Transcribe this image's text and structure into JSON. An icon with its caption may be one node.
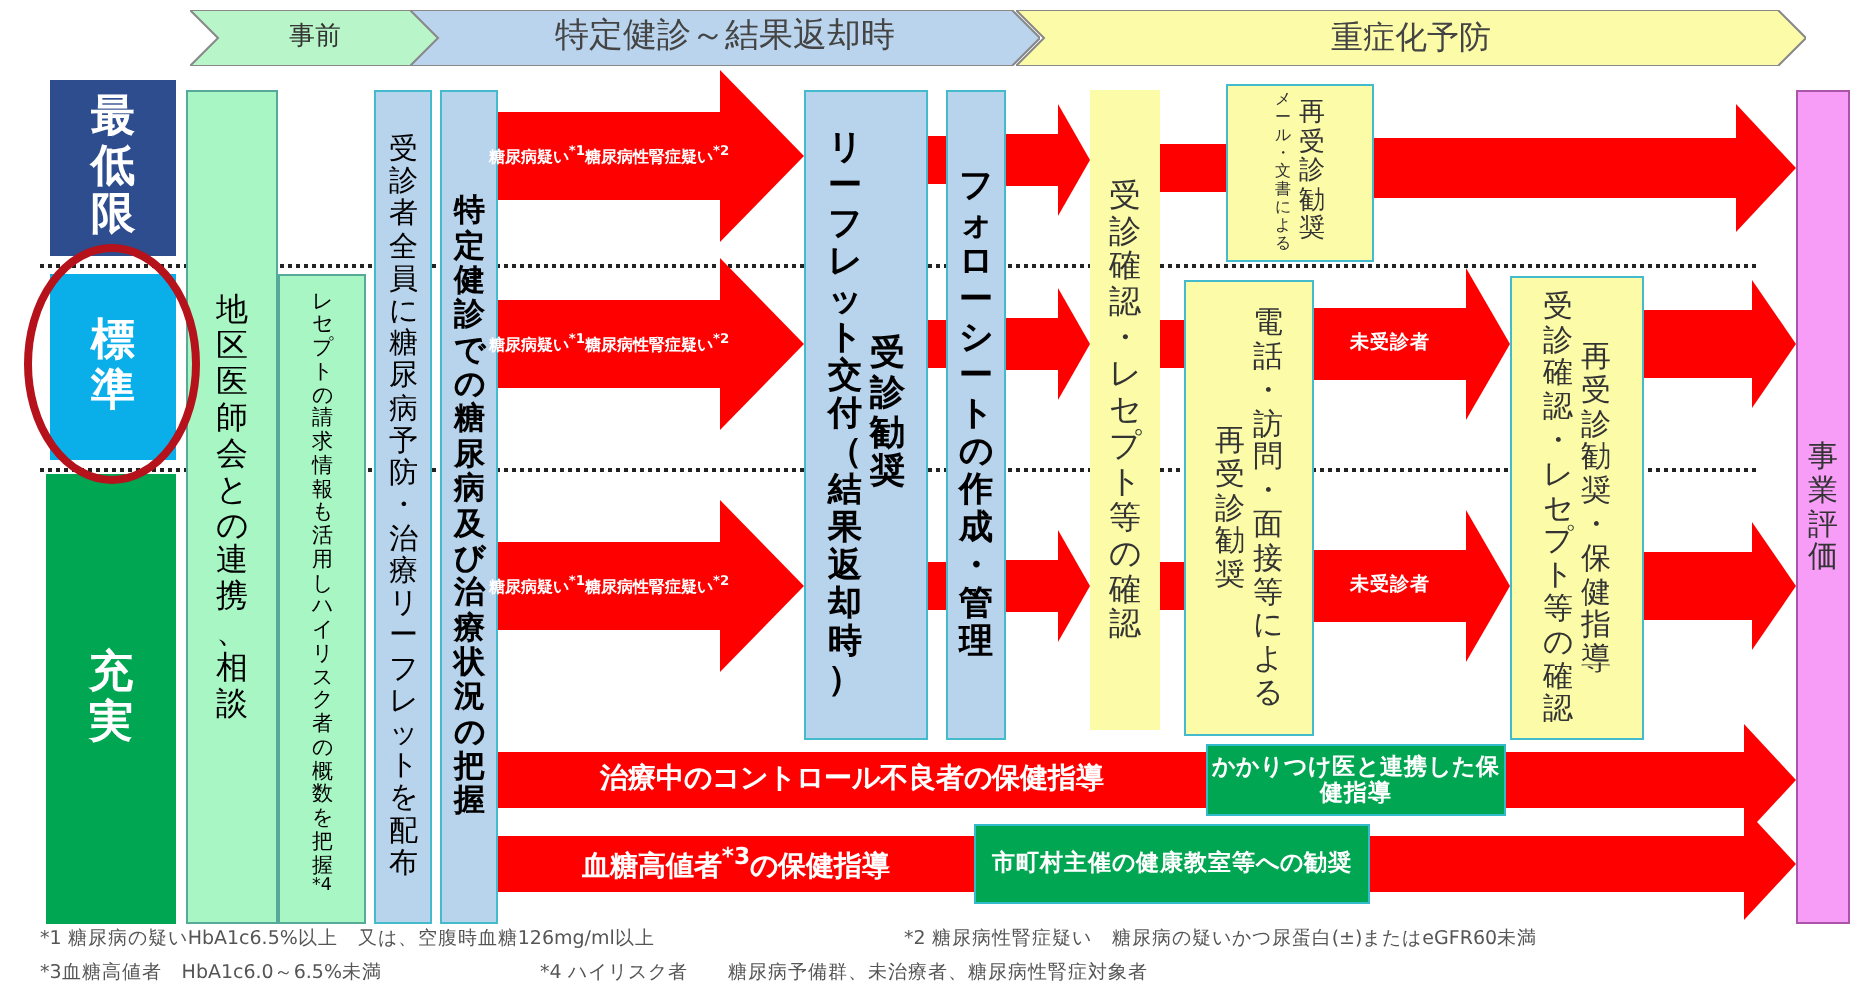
{
  "diagram": {
    "nodes": [
      {
        "text": [
          "事前"
        ]
      },
      {
        "text": [
          "特定健診～結果返却時"
        ]
      },
      {
        "text": [
          "重症化予防"
        ]
      },
      {
        "text": [
          "最低限"
        ]
      },
      {
        "text": [
          "標準"
        ]
      },
      {
        "text": [
          "充実"
        ]
      },
      {
        "text": [
          "地区医師会との連携、相談"
        ]
      },
      {
        "text": [
          "レセプトの請求情報も活用しハイリスク者の概数を把握$^{*4}$"
        ]
      },
      {
        "text": [
          "受診者全員に糖尿病予防・治療リーフレットを配布"
        ]
      },
      {
        "text": [
          "特定健診での糖尿病及び治療状況の把握"
        ]
      },
      {
        "text": [
          "リーフレット交付（結果返却時）",
          "受診勧奨"
        ]
      },
      {
        "text": [
          "フォローシートの作成・管理"
        ]
      },
      {
        "text": [
          "受診確認・レセプト等の確認"
        ]
      },
      {
        "text": [
          "メール・文書による",
          "再受診勧奨"
        ]
      },
      {
        "text": [
          "再受診勧奨",
          "電話・訪問・面接等による"
        ]
      },
      {
        "text": [
          "受診確認・レセプト等の確認",
          "再受診勧奨・保健指導"
        ]
      },
      {
        "text": [
          "かかりつけ医と連携した保健指導"
        ]
      },
      {
        "text": [
          "市町村主催の健康教室等への勧奨"
        ]
      },
      {
        "text": [
          "事業評価"
        ]
      }
    ],
    "edges": [
      {
        "from": 9,
        "to": 10,
        "arrow": "to",
        "label": "糖尿病疑い$^{*1}$糖尿病性腎症疑い$^{*2}$"
      },
      {
        "from": 10,
        "to": 11,
        "arrow": "none"
      },
      {
        "from": 11,
        "to": 12,
        "arrow": "to"
      },
      {
        "from": 12,
        "to": 13,
        "arrow": "none"
      },
      {
        "from": 13,
        "to": 18,
        "arrow": "to"
      },
      {
        "from": 9,
        "to": 10,
        "arrow": "to",
        "label": "糖尿病疑い$^{*1}$糖尿病性腎症疑い$^{*2}$"
      },
      {
        "from": 10,
        "to": 11,
        "arrow": "none"
      },
      {
        "from": 11,
        "to": 12,
        "arrow": "to"
      },
      {
        "from": 12,
        "to": 14,
        "arrow": "none"
      },
      {
        "from": 14,
        "to": 15,
        "arrow": "to",
        "label": "未受診者"
      },
      {
        "from": 15,
        "to": 18,
        "arrow": "to"
      },
      {
        "from": 9,
        "to": 10,
        "arrow": "to",
        "label": "糖尿病疑い$^{*1}$糖尿病性腎症疑い$^{*2}$"
      },
      {
        "from": 10,
        "to": 11,
        "arrow": "none"
      },
      {
        "from": 11,
        "to": 12,
        "arrow": "to"
      },
      {
        "from": 12,
        "to": 14,
        "arrow": "none"
      },
      {
        "from": 14,
        "to": 15,
        "arrow": "to",
        "label": "未受診者"
      },
      {
        "from": 15,
        "to": 18,
        "arrow": "to"
      },
      {
        "from": 9,
        "to": 16,
        "arrow": "none",
        "label": "治療中のコントロール不良者の保健指導"
      },
      {
        "from": 16,
        "to": 18,
        "arrow": "to"
      },
      {
        "from": 9,
        "to": 17,
        "arrow": "none",
        "label": "血糖高値者$^{*3}$の保健指導"
      },
      {
        "from": 17,
        "to": 18,
        "arrow": "to"
      }
    ],
    "labels": [
      "*1 糖尿病の疑いHbA1c6.5%以上　又は、空腹時血糖126mg/ml以上",
      "*2 糖尿病性腎症疑い　糖尿病の疑いかつ尿蛋白(±)またはeGFR60未満",
      "*3血糖高値者　HbA1c6.0～6.5%未満",
      "*4 ハイリスク者　　糖尿病予備群、未治療者、糖尿病性腎症対象者"
    ]
  }
}
